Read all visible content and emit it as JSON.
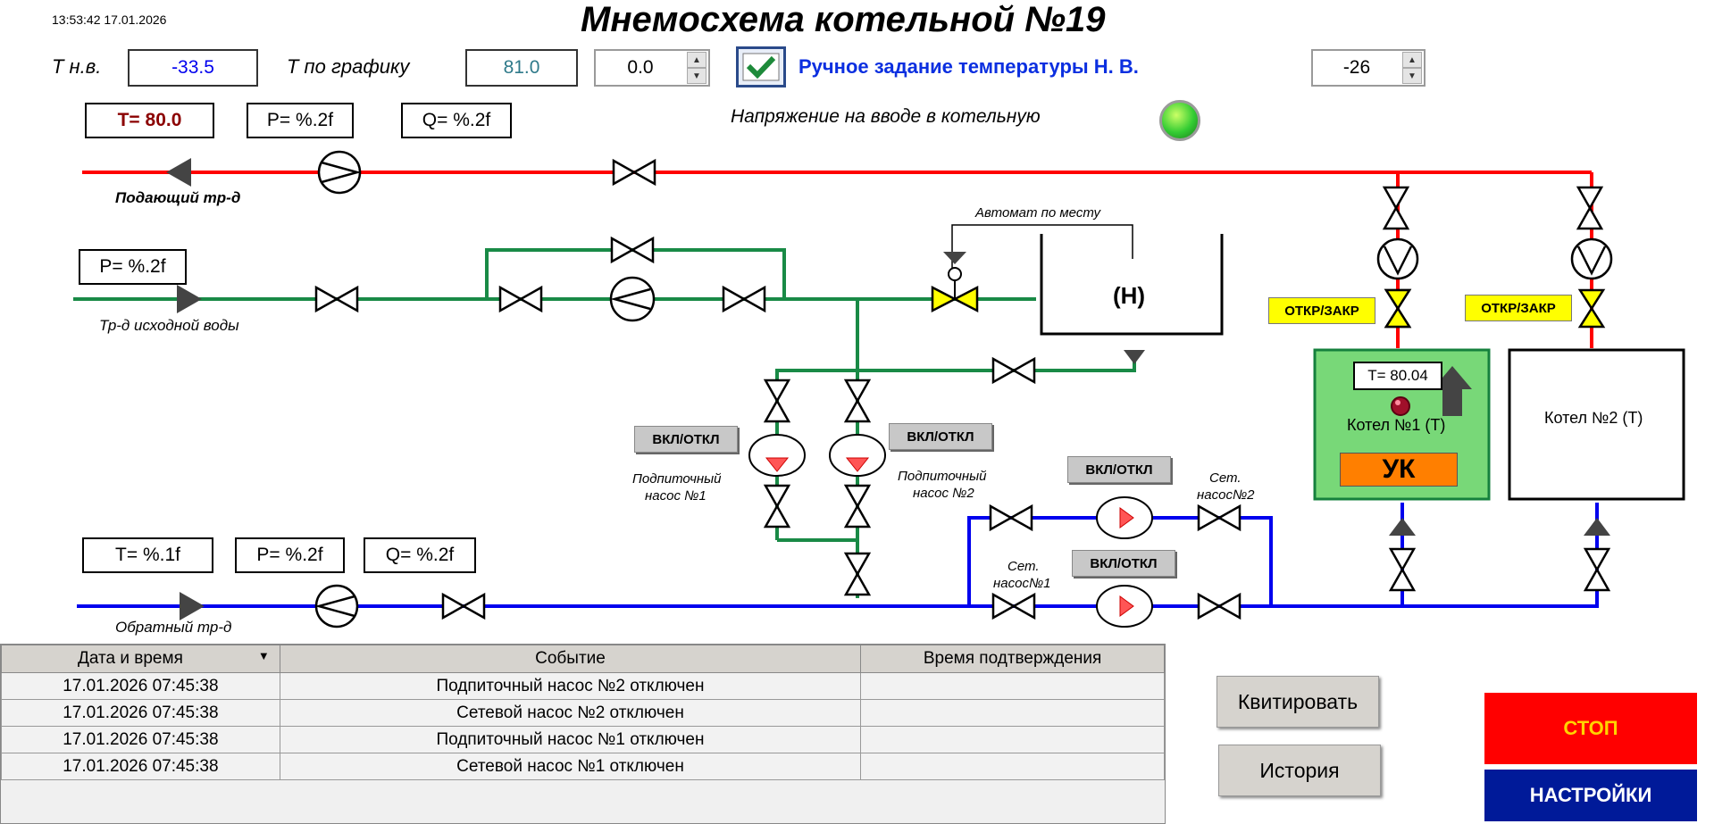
{
  "header": {
    "timestamp": "13:53:42 17.01.2026",
    "title": "Мнемосхема котельной №19"
  },
  "top_controls": {
    "t_nv_label": "Т н.в.",
    "t_nv_value": "-33.5",
    "t_schedule_label": "Т по графику",
    "t_schedule_value": "81.0",
    "correction_value": "0.0",
    "manual_checkbox_label": "Ручное задание температуры Н. В.",
    "manual_checkbox_checked": true,
    "manual_temp_value": "-26",
    "voltage_label": "Напряжение на вводе в котельную",
    "voltage_indicator_color": "#33cc33"
  },
  "supply": {
    "t_box": "T= 80.0",
    "p_box": "P= %.2f",
    "q_box": "Q= %.2f",
    "pipe_label": "Подающий тр-д"
  },
  "source_water": {
    "p_box": "P= %.2f",
    "pipe_label": "Тр-д исходной воды",
    "local_auto_label": "Автомат по месту",
    "tank_label": "(Н)"
  },
  "return_line": {
    "t_box": "T= %.1f",
    "p_box": "P= %.2f",
    "q_box": "Q= %.2f",
    "pipe_label": "Обратный тр-д"
  },
  "pumps": {
    "makeup1_button": "ВКЛ/ОТКЛ",
    "makeup1_label_1": "Подпиточный",
    "makeup1_label_2": "насос №1",
    "makeup2_button": "ВКЛ/ОТКЛ",
    "makeup2_label_1": "Подпиточный",
    "makeup2_label_2": "насос №2",
    "net2_button": "ВКЛ/ОТКЛ",
    "net2_label_1": "Сет.",
    "net2_label_2": "насос№2",
    "net1_button": "ВКЛ/ОТКЛ",
    "net1_label_1": "Сет.",
    "net1_label_2": "насос№1"
  },
  "boilers": {
    "b1_valve_button": "ОТКР/ЗАКР",
    "b2_valve_button": "ОТКР/ЗАКР",
    "b1_temp": "T= 80.04",
    "b1_name": "Котел №1 (T)",
    "b1_uk_button": "УК",
    "b1_color": "#78d878",
    "b2_name": "Котел №2 (T)"
  },
  "events": {
    "columns": [
      "Дата и время",
      "Событие",
      "Время подтверждения"
    ],
    "rows": [
      {
        "time": "17.01.2026 07:45:38",
        "event": "Подпиточный насос №2 отключен",
        "ack": ""
      },
      {
        "time": "17.01.2026 07:45:38",
        "event": "Сетевой насос №2 отключен",
        "ack": ""
      },
      {
        "time": "17.01.2026 07:45:38",
        "event": "Подпиточный насос №1 отключен",
        "ack": ""
      },
      {
        "time": "17.01.2026 07:45:38",
        "event": "Сетевой насос №1 отключен",
        "ack": ""
      }
    ]
  },
  "actions": {
    "ack_button": "Квитировать",
    "history_button": "История",
    "stop_button": "СТОП",
    "settings_button": "НАСТРОЙКИ"
  },
  "colors": {
    "supply_pipe": "#ff0000",
    "source_pipe": "#198a46",
    "return_pipe": "#0000ee",
    "stop": "#ff0000",
    "settings": "#001a99",
    "uk": "#ff7f00"
  }
}
